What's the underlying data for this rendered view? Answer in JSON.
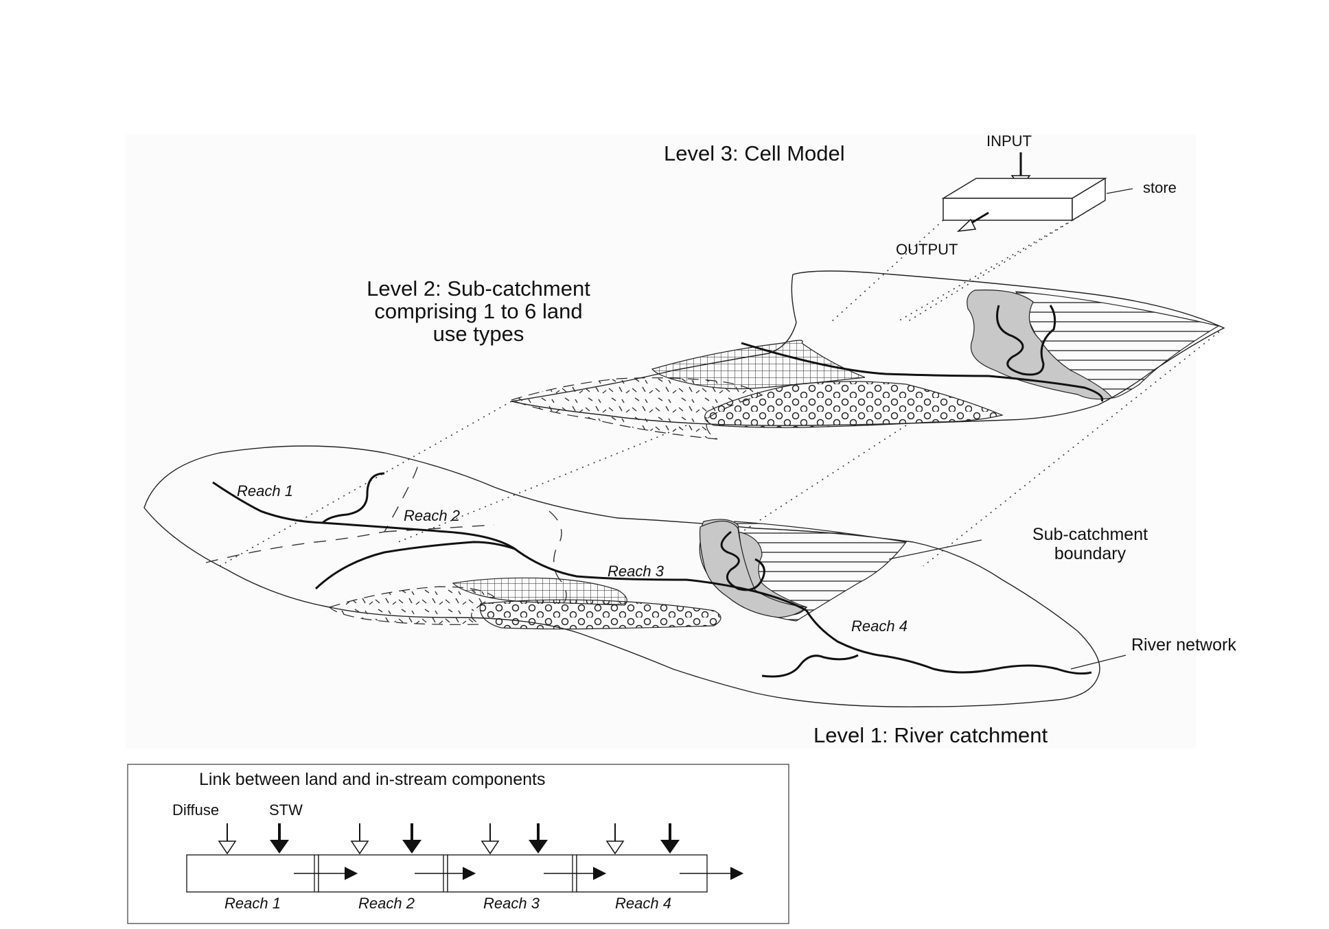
{
  "cell_model": {
    "title": "Level 3: Cell Model",
    "input_label": "INPUT",
    "output_label": "OUTPUT",
    "store_label": "store"
  },
  "sub_catchment": {
    "title_line1": "Level 2: Sub-catchment",
    "title_line2": "comprising 1 to 6 land",
    "title_line3": "use types"
  },
  "river_catchment": {
    "title": "Level 1: River catchment",
    "reaches": [
      "Reach 1",
      "Reach 2",
      "Reach 3",
      "Reach 4"
    ],
    "boundary_label_line1": "Sub-catchment",
    "boundary_label_line2": "boundary",
    "river_network_label": "River network"
  },
  "link_box": {
    "title": "Link between land and in-stream components",
    "diffuse_label": "Diffuse",
    "stw_label": "STW",
    "reaches": [
      "Reach 1",
      "Reach 2",
      "Reach 3",
      "Reach 4"
    ]
  },
  "colors": {
    "ink": "#111111",
    "grey_fill": "#c8c8c8",
    "background": "#ffffff",
    "panel": "#fbfbfb"
  }
}
